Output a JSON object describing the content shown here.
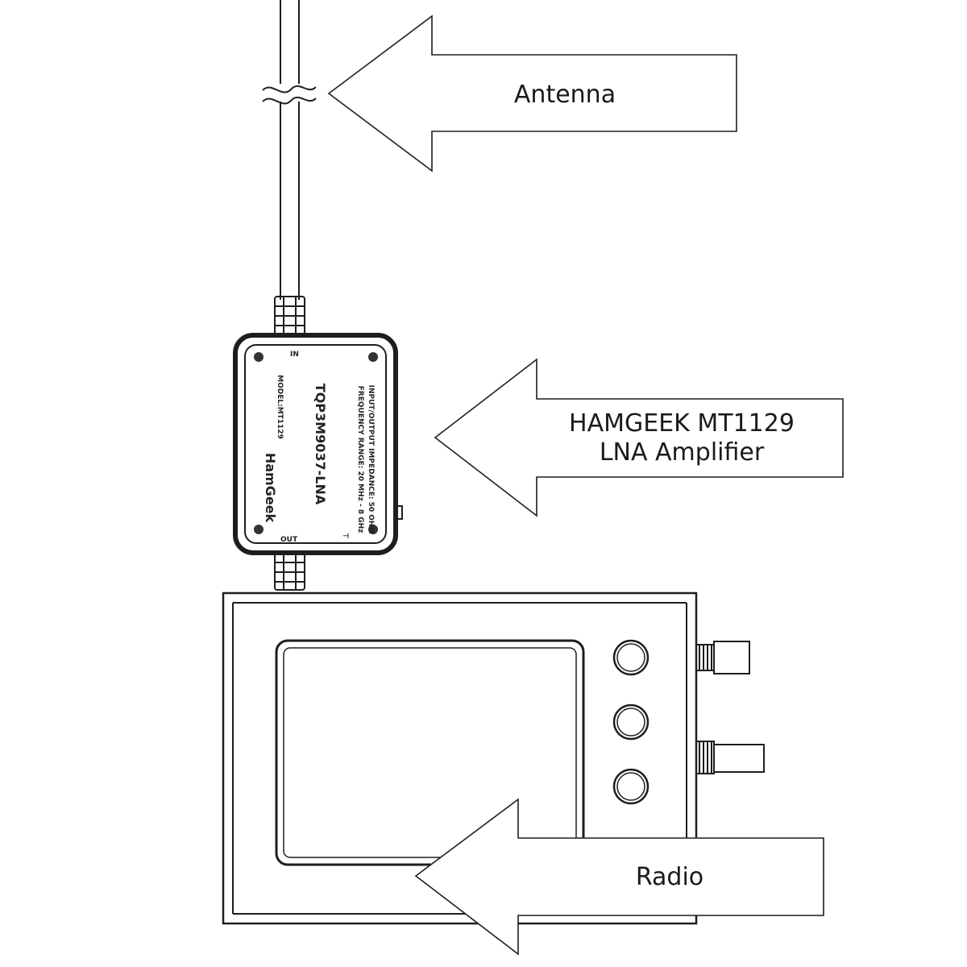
{
  "labels": {
    "antenna": "Antenna",
    "lna_line1": "HAMGEEK MT1129",
    "lna_line2": "LNA Amplifier",
    "radio": "Radio"
  },
  "lna_device": {
    "port_in": "IN",
    "port_out": "OUT",
    "model": "MODEL:MT1129",
    "title": "TQP3M9037-LNA",
    "spec_1": "FREQUENCY RANGE: 20 MHz - 8 GHz",
    "spec_2": "INPUT/OUTPUT IMPEDANCE: 50 OHM",
    "brand": "HamGeek"
  },
  "colors": {
    "line": "#1e1e1e",
    "background": "#ffffff"
  }
}
